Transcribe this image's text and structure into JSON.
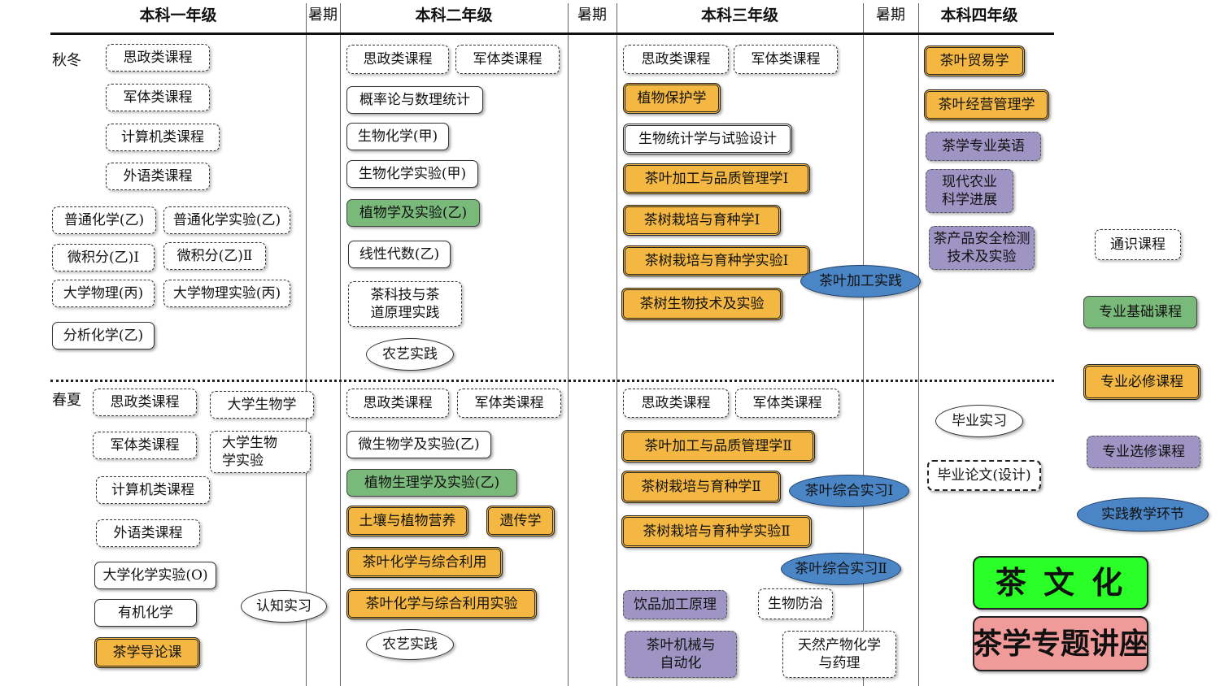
{
  "headers": {
    "year1": "本科一年级",
    "summer1": "暑期",
    "year2": "本科二年级",
    "summer2": "暑期",
    "year3": "本科三年级",
    "summer3": "暑期",
    "year4": "本科四年级"
  },
  "semesters": {
    "fall": "秋冬",
    "spring": "春夏"
  },
  "year1_fall": {
    "c1": "思政类课程",
    "c2": "军体类课程",
    "c3": "计算机类课程",
    "c4": "外语类课程",
    "c5": "普通化学(乙)",
    "c6": "普通化学实验(乙)",
    "c7": "微积分(乙)Ⅰ",
    "c8": "微积分(乙)Ⅱ",
    "c9": "大学物理(丙)",
    "c10": "大学物理实验(丙)",
    "c11": "分析化学(乙)"
  },
  "year1_spring": {
    "c1": "思政类课程",
    "c2": "大学生物学",
    "c3": "军体类课程",
    "c4": "大学生物学实验",
    "c5": "计算机类课程",
    "c6": "外语类课程",
    "c7": "大学化学实验(O)",
    "c8": "有机化学",
    "c9": "认知实习",
    "c10": "茶学导论课"
  },
  "year2_fall": {
    "c1": "思政类课程",
    "c2": "军体类课程",
    "c3": "概率论与数理统计",
    "c4": "生物化学(甲)",
    "c5": "生物化学实验(甲)",
    "c6": "植物学及实验(乙)",
    "c7": "线性代数(乙)",
    "c8": "茶科技与茶道原理实践",
    "c9": "农艺实践"
  },
  "year2_spring": {
    "c1": "思政类课程",
    "c2": "军体类课程",
    "c3": "微生物学及实验(乙)",
    "c4": "植物生理学及实验(乙)",
    "c5": "土壤与植物营养",
    "c6": "遗传学",
    "c7": "茶叶化学与综合利用",
    "c8": "茶叶化学与综合利用实验",
    "c9": "农艺实践"
  },
  "year3_fall": {
    "c1": "思政类课程",
    "c2": "军体类课程",
    "c3": "植物保护学",
    "c4": "生物统计学与试验设计",
    "c5": "茶叶加工与品质管理学Ⅰ",
    "c6": "茶树栽培与育种学Ⅰ",
    "c7": "茶树栽培与育种学实验Ⅰ",
    "c8": "茶叶加工实践",
    "c9": "茶树生物技术及实验"
  },
  "year3_spring": {
    "c1": "思政类课程",
    "c2": "军体类课程",
    "c3": "茶叶加工与品质管理学Ⅱ",
    "c4": "茶树栽培与育种学Ⅱ",
    "c5": "茶叶综合实习Ⅰ",
    "c6": "茶树栽培与育种学实验Ⅱ",
    "c7": "茶叶综合实习Ⅱ",
    "c8": "饮品加工原理",
    "c9": "生物防治",
    "c10": "茶叶机械与自动化",
    "c11": "天然产物化学与药理"
  },
  "year4_fall": {
    "c1": "茶叶贸易学",
    "c2": "茶叶经营管理学",
    "c3": "茶学专业英语",
    "c4": "现代农业科学进展",
    "c5": "茶产品安全检测技术及实验"
  },
  "year4_spring": {
    "c1": "毕业实习",
    "c2": "毕业论文(设计)"
  },
  "legend": {
    "general": "通识课程",
    "basic": "专业基础课程",
    "required": "专业必修课程",
    "elective": "专业选修课程",
    "practice": "实践教学环节"
  },
  "banners": {
    "culture": "茶 文 化",
    "lecture": "茶学专题讲座"
  },
  "colors": {
    "required": "#f4b742",
    "basic_green": "#79b97a",
    "elective": "#9f95c4",
    "practice": "#4a86c6",
    "culture": "#2bff28",
    "lecture": "#f19a9a"
  }
}
